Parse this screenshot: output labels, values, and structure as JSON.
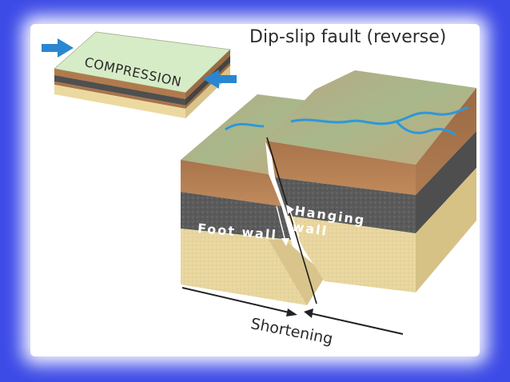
{
  "title": "Dip-slip fault (reverse)",
  "labels": {
    "compression": "COMPRESSION",
    "foot_wall": "Foot wall",
    "hanging_wall": "Hanging\nwall",
    "shortening": "Shortening"
  },
  "colors": {
    "frame": "#3d4be6",
    "compression_arrow": "#2a86d0",
    "surface": "#c9d9a8",
    "soil": "#b07a4e",
    "rock_dark": "#5e5e5e",
    "sand": "#e6d49a",
    "river": "#2f97d8"
  }
}
